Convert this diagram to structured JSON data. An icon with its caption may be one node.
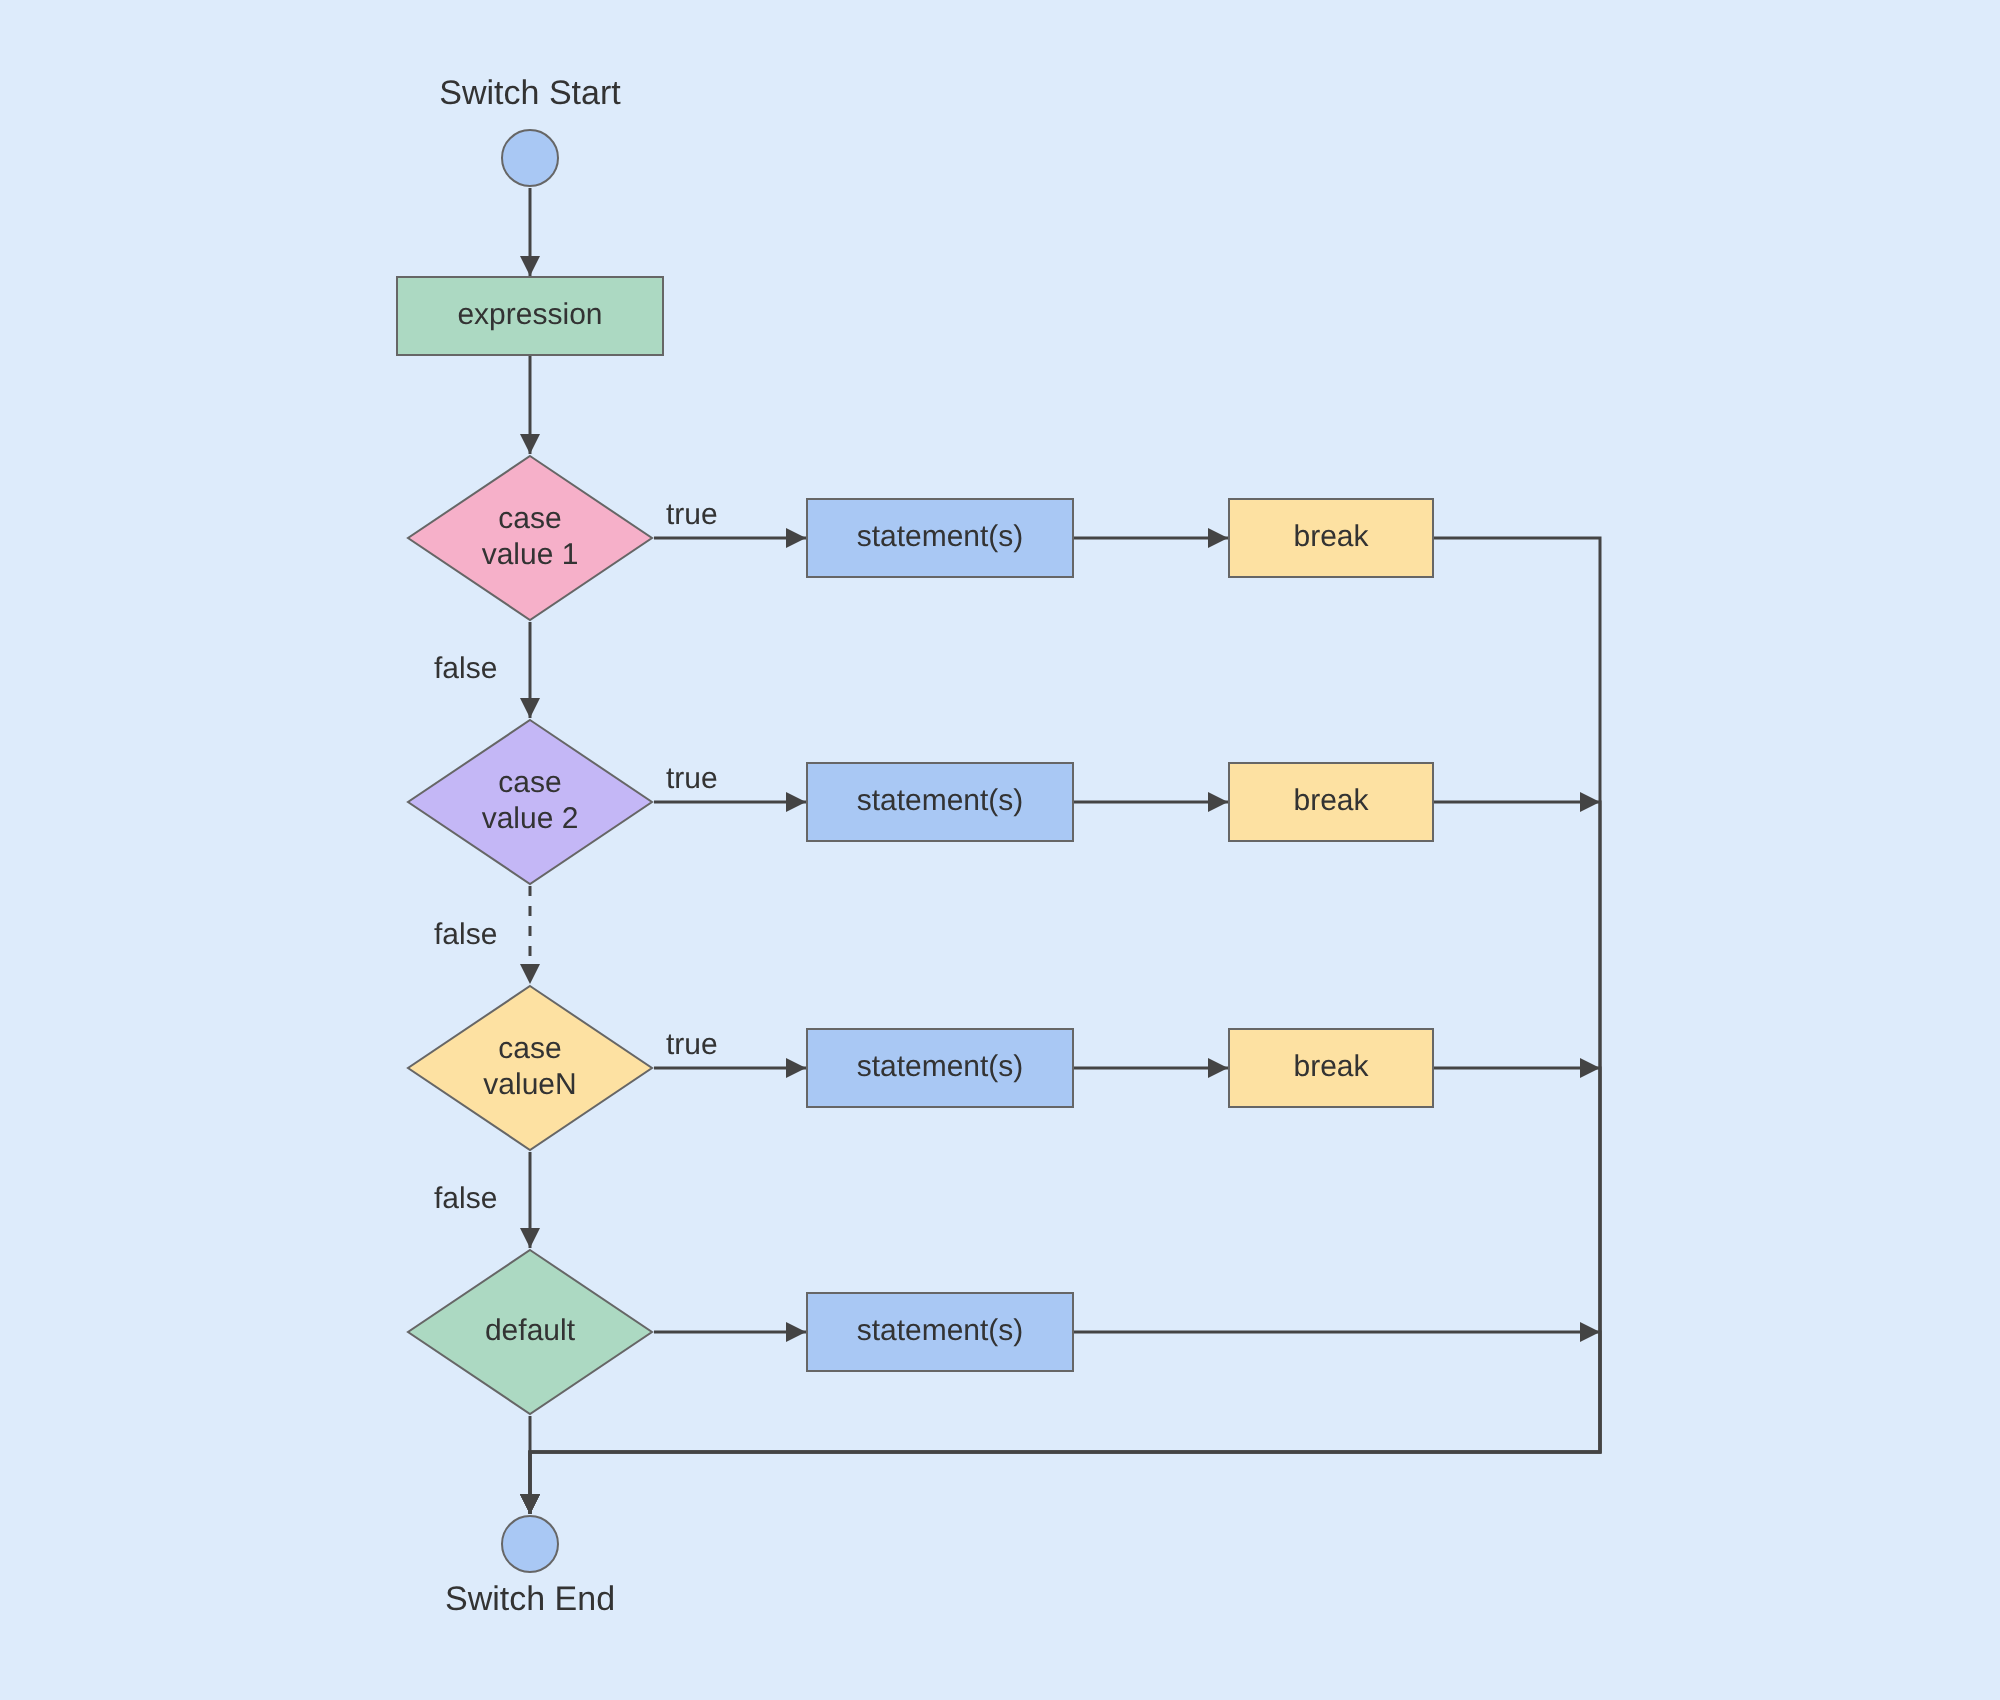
{
  "diagram": {
    "nodes": [
      {
        "text": [],
        "shape": "circle",
        "beside": [
          "Switch Start"
        ]
      },
      {
        "text": [
          "expression"
        ]
      },
      {
        "text": [
          "case value 1"
        ]
      },
      {
        "text": [
          "statement(s)"
        ]
      },
      {
        "text": [
          "break"
        ]
      },
      {
        "text": [
          "case value 2"
        ]
      },
      {
        "text": [
          "statement(s)"
        ]
      },
      {
        "text": [
          "break"
        ]
      },
      {
        "text": [
          "case valueN"
        ]
      },
      {
        "text": [
          "statement(s)"
        ]
      },
      {
        "text": [
          "break"
        ]
      },
      {
        "text": [
          "default"
        ]
      },
      {
        "text": [
          "statement(s)"
        ]
      },
      {
        "text": [],
        "shape": "circle",
        "beside": [
          "Switch End"
        ]
      }
    ],
    "edges": [
      {
        "from": 0,
        "to": 1,
        "arrow": "to"
      },
      {
        "from": 1,
        "to": 2,
        "arrow": "to"
      },
      {
        "from": 2,
        "to": 3,
        "arrow": "to",
        "label": "true"
      },
      {
        "from": 3,
        "to": 4,
        "arrow": "to"
      },
      {
        "from": 2,
        "to": 5,
        "arrow": "to",
        "label": "false"
      },
      {
        "from": 5,
        "to": 6,
        "arrow": "to",
        "label": "true"
      },
      {
        "from": 6,
        "to": 7,
        "arrow": "to"
      },
      {
        "from": 5,
        "to": 8,
        "arrow": "to",
        "label": "false",
        "style": "dashed"
      },
      {
        "from": 8,
        "to": 9,
        "arrow": "to",
        "label": "true"
      },
      {
        "from": 9,
        "to": 10,
        "arrow": "to"
      },
      {
        "from": 8,
        "to": 11,
        "arrow": "to",
        "label": "false"
      },
      {
        "from": 11,
        "to": 12,
        "arrow": "to"
      },
      {
        "from": 4,
        "to": 13,
        "arrow": "to"
      },
      {
        "from": 7,
        "to": 13,
        "arrow": "to"
      },
      {
        "from": 10,
        "to": 13,
        "arrow": "to"
      },
      {
        "from": 12,
        "to": 13,
        "arrow": "to"
      },
      {
        "from": 11,
        "to": 13,
        "arrow": "to"
      }
    ]
  }
}
